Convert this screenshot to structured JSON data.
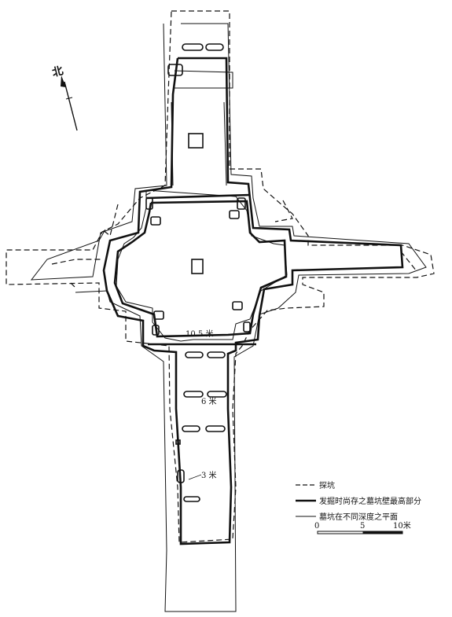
{
  "north": {
    "label": "北"
  },
  "depth_labels": {
    "d10": "10.5 米",
    "d6": "6 米",
    "d3": "3 米"
  },
  "legend": {
    "items": [
      {
        "style": "dashed",
        "label": "探坑"
      },
      {
        "style": "solid-thick",
        "label": "发掘时尚存之墓坑壁最高部分"
      },
      {
        "style": "solid-thin",
        "label": "墓坑在不同深度之平面"
      }
    ]
  },
  "scale": {
    "ticks": [
      "0",
      "5",
      "10米"
    ]
  }
}
